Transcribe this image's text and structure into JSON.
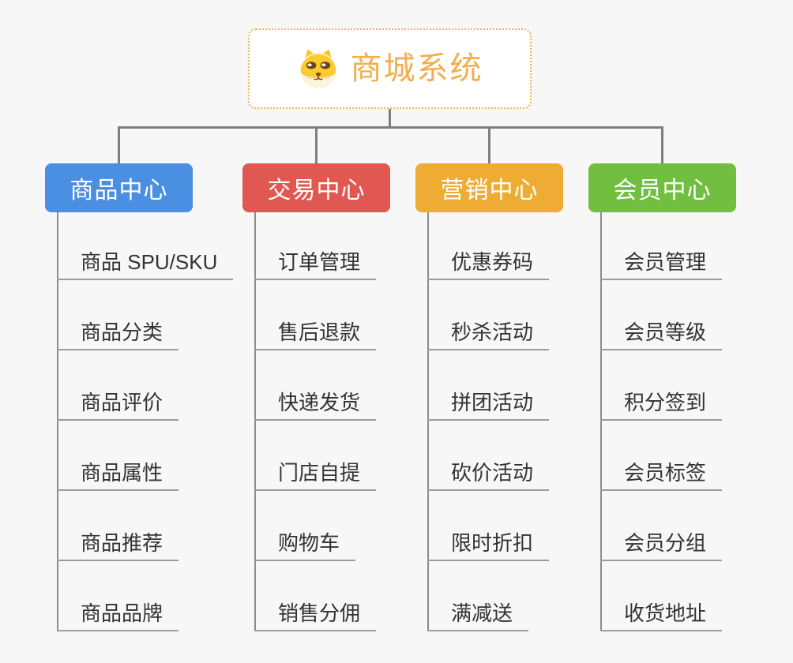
{
  "page": {
    "background_color": "#f7f7f7"
  },
  "root": {
    "title": "商城系统",
    "icon": "shiba-dog-icon",
    "text_color": "#f2ae4d",
    "border_color": "#efb455"
  },
  "connector_color": "#7f7f7f",
  "branches": [
    {
      "label": "商品中心",
      "color": "#4b8fe2",
      "children": [
        "商品 SPU/SKU",
        "商品分类",
        "商品评价",
        "商品属性",
        "商品推荐",
        "商品品牌"
      ]
    },
    {
      "label": "交易中心",
      "color": "#e15752",
      "children": [
        "订单管理",
        "售后退款",
        "快递发货",
        "门店自提",
        "购物车",
        "销售分佣"
      ]
    },
    {
      "label": "营销中心",
      "color": "#eeac34",
      "children": [
        "优惠券码",
        "秒杀活动",
        "拼团活动",
        "砍价活动",
        "限时折扣",
        "满减送"
      ]
    },
    {
      "label": "会员中心",
      "color": "#71be41",
      "children": [
        "会员管理",
        "会员等级",
        "积分签到",
        "会员标签",
        "会员分组",
        "收货地址"
      ]
    }
  ]
}
